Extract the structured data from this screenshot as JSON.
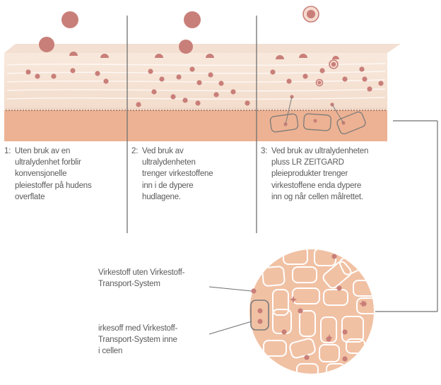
{
  "colors": {
    "particle": "#c97f79",
    "dermis": "#edb293",
    "epidermis": "#f6e4d6",
    "cell_fill": "#f1c1a4",
    "cell_outline": "#ffffff",
    "divider": "#707070",
    "text": "#5a5a5a"
  },
  "captions": [
    {
      "num": "1:",
      "lines": [
        "Uten bruk av en",
        "ultralydenhet forblir",
        "konvensjonelle",
        "pleiestoffer på hudens",
        "overflate"
      ]
    },
    {
      "num": "2:",
      "lines": [
        "Ved bruk av",
        "ultralydenheten",
        "trenger virkestoffene",
        "inn i de dypere",
        "hudlagene."
      ]
    },
    {
      "num": "3:",
      "lines": [
        "Ved bruk av ultralydenheten",
        "pluss LR ZEITGARD",
        "pleieprodukter trenger",
        "virkestoffene enda dypere",
        "inn og når cellen målrettet."
      ]
    }
  ],
  "legend": {
    "without": [
      "Virkestoff uten Virkestoff-",
      "Transport-System"
    ],
    "with": [
      "irkesoff med Virkestoff-",
      "Transport-System inne",
      "i cellen"
    ]
  }
}
